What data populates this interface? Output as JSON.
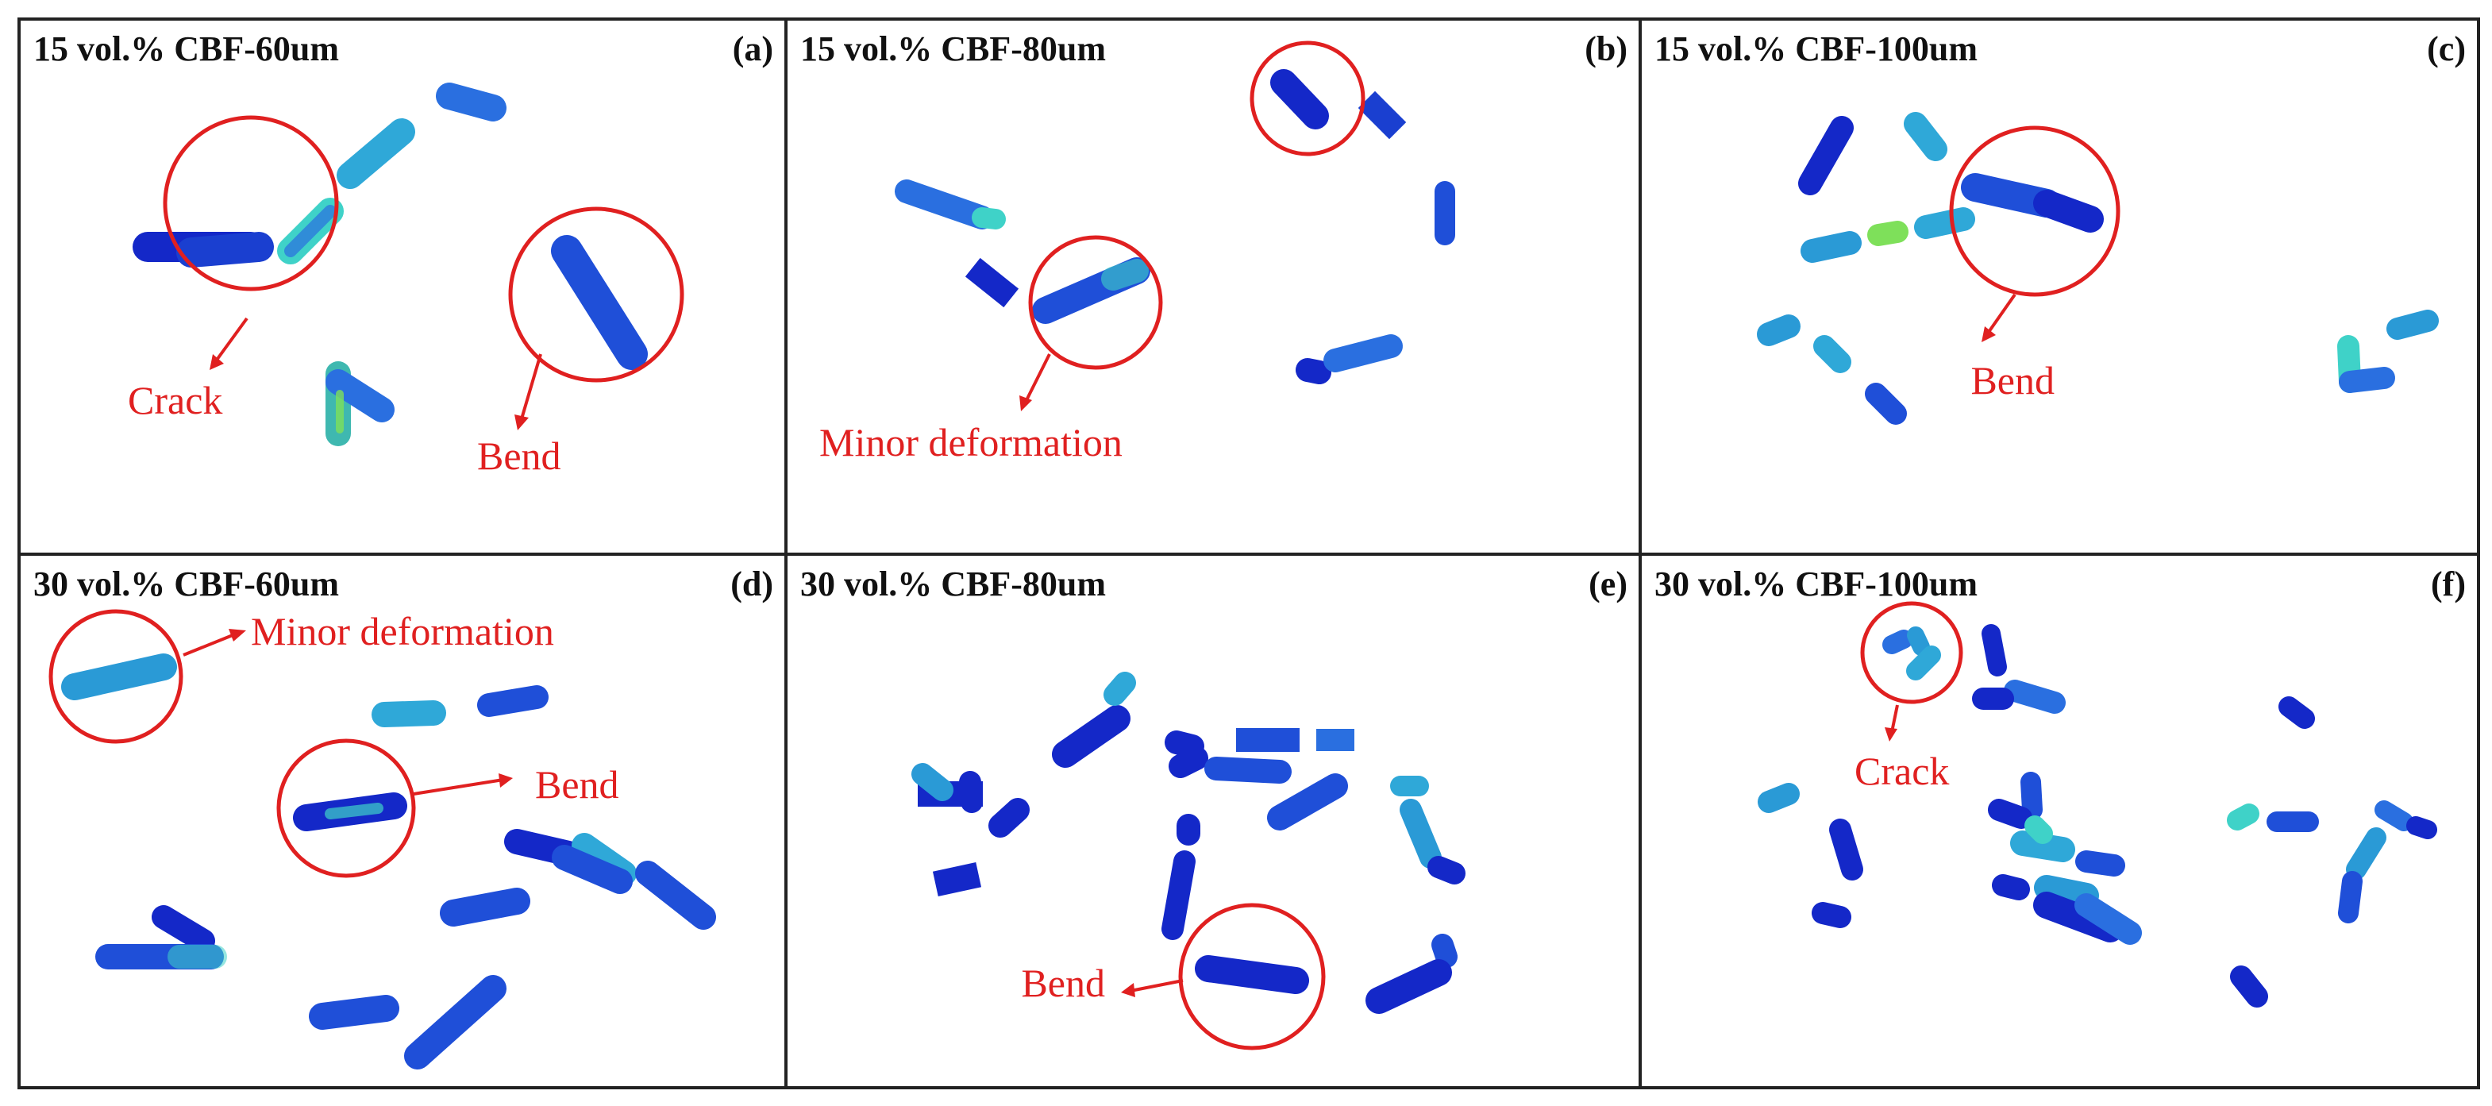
{
  "panels": [
    {
      "title": "15 vol.% CBF-60um",
      "tag": "(a)",
      "annotations": [
        "Crack",
        "Bend"
      ]
    },
    {
      "title": "15 vol.% CBF-80um",
      "tag": "(b)",
      "annotations": [
        "Minor deformation"
      ]
    },
    {
      "title": "15 vol.% CBF-100um",
      "tag": "(c)",
      "annotations": [
        "Bend"
      ]
    },
    {
      "title": "30 vol.% CBF-60um",
      "tag": "(d)",
      "annotations": [
        "Minor deformation",
        "Bend"
      ]
    },
    {
      "title": "30 vol.% CBF-80um",
      "tag": "(e)",
      "annotations": [
        "Bend"
      ]
    },
    {
      "title": "30 vol.% CBF-100um",
      "tag": "(f)",
      "annotations": [
        "Crack"
      ]
    }
  ],
  "colors": {
    "annotation": "#e02020",
    "fiber_dark": "#1428c8",
    "fiber_mid": "#2a6fe0",
    "fiber_light": "#3fd2c8",
    "fiber_hot": "#7ee05a",
    "border": "#222222"
  }
}
